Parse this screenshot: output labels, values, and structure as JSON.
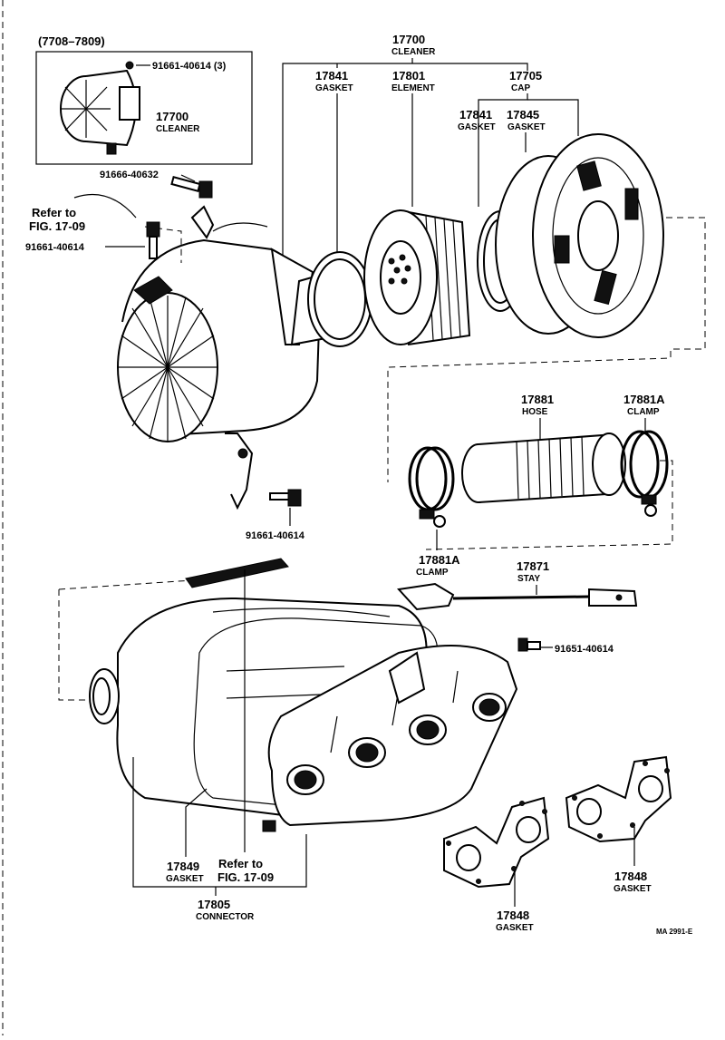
{
  "inset": {
    "date_range": "(7708–7809)",
    "bolt": "91661-40614 (3)",
    "num": "17700",
    "name": "CLEANER"
  },
  "top_group": {
    "num": "17700",
    "name": "CLEANER"
  },
  "gasket1": {
    "num": "17841",
    "name": "GASKET"
  },
  "element": {
    "num": "17801",
    "name": "ELEMENT"
  },
  "cap": {
    "num": "17705",
    "name": "CAP"
  },
  "gasket2": {
    "num": "17841",
    "name": "GASKET"
  },
  "gasket3": {
    "num": "17845",
    "name": "GASKET"
  },
  "bolt_a": "91666-40632",
  "refer_top": {
    "line1": "Refer to",
    "line2": "FIG. 17-09"
  },
  "bolt_b": "91661-40614",
  "hose": {
    "num": "17881",
    "name": "HOSE"
  },
  "clamp_r": {
    "num": "17881A",
    "name": "CLAMP"
  },
  "clamp_l": {
    "num": "17881A",
    "name": "CLAMP"
  },
  "bolt_c": "91661-40614",
  "stay": {
    "num": "17871",
    "name": "STAY"
  },
  "bolt_d": "91651-40614",
  "gasket_conn": {
    "num": "17849",
    "name": "GASKET"
  },
  "refer_bottom": {
    "line1": "Refer to",
    "line2": "FIG. 17-09"
  },
  "connector": {
    "num": "17805",
    "name": "CONNECTOR"
  },
  "gasket_mid": {
    "num": "17848",
    "name": "GASKET"
  },
  "gasket_right": {
    "num": "17848",
    "name": "GASKET"
  },
  "code": "MA  2991-E"
}
